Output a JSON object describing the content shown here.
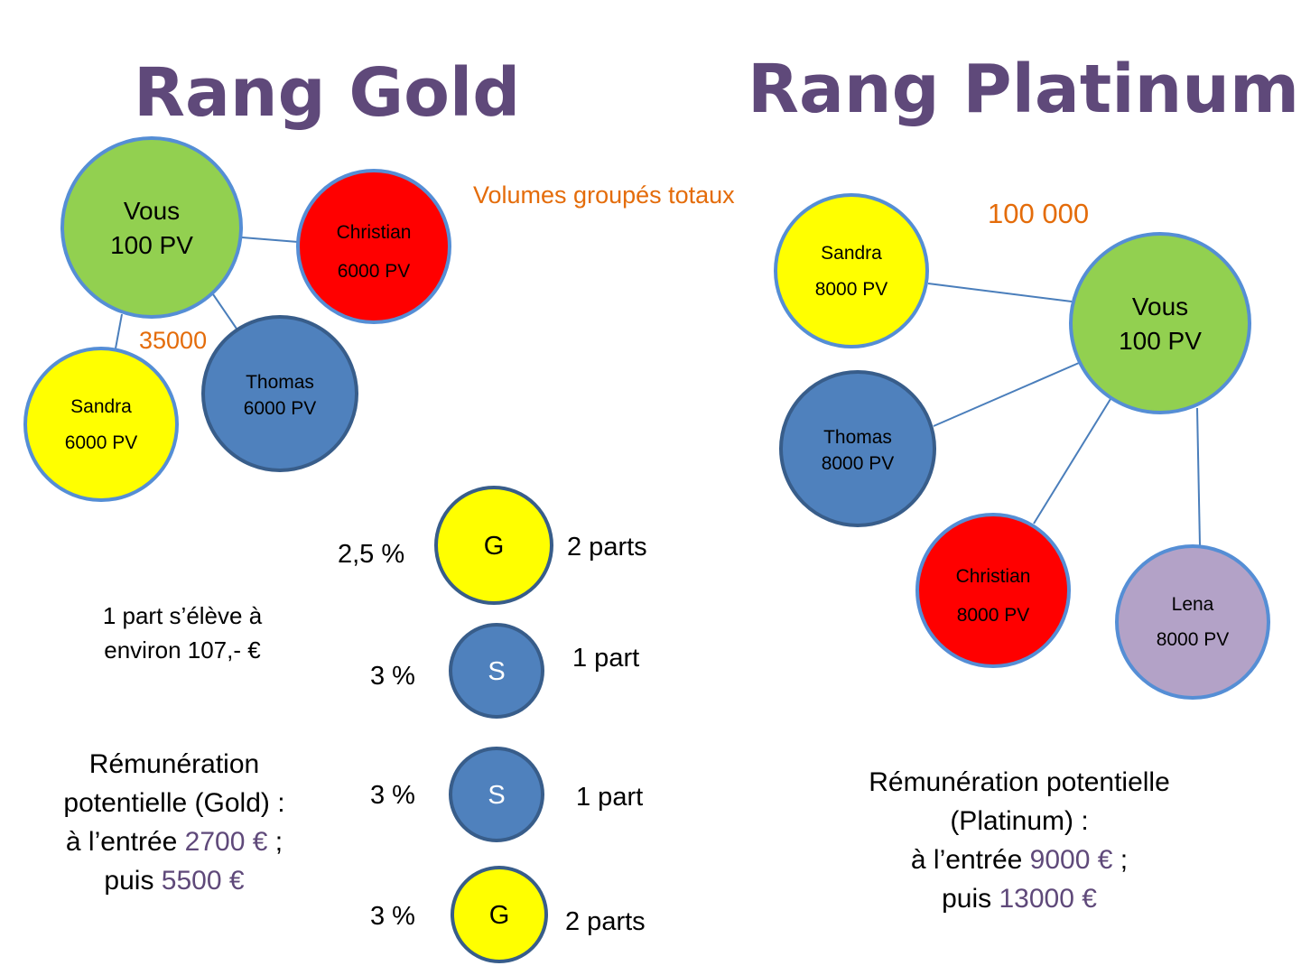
{
  "gold": {
    "title": "Rang Gold",
    "group_volume": "35000",
    "nodes": {
      "vous": {
        "name": "Vous",
        "pv": "100 PV"
      },
      "christian": {
        "name": "Christian",
        "pv": "6000  PV"
      },
      "thomas": {
        "name": "Thomas",
        "pv": "6000 PV"
      },
      "sandra": {
        "name": "Sandra",
        "pv": "6000  PV"
      }
    },
    "remuneration": {
      "line1": "Rémunération",
      "line2": "potentielle (Gold) :",
      "line3_prefix": "à l’entrée ",
      "entry_amount": "2700 €",
      "line3_suffix": " ;",
      "line4_prefix": "puis ",
      "then_amount": "5500 €"
    }
  },
  "platinum": {
    "title": "Rang Platinum",
    "group_volume": "100 000",
    "nodes": {
      "sandra": {
        "name": "Sandra",
        "pv": "8000  PV"
      },
      "vous": {
        "name": "Vous",
        "pv": "100 PV"
      },
      "thomas": {
        "name": "Thomas",
        "pv": "8000 PV"
      },
      "christian": {
        "name": "Christian",
        "pv": "8000  PV"
      },
      "lena": {
        "name": "Lena",
        "pv": "8000  PV"
      }
    },
    "remuneration": {
      "line1": "Rémunération potentielle",
      "line2": "(Platinum) :",
      "line3_prefix": "à l’entrée ",
      "entry_amount": "9000 €",
      "line3_suffix": " ;",
      "line4_prefix": "puis ",
      "then_amount": "13000 €"
    }
  },
  "volume_label": "Volumes groupés totaux",
  "part_value": {
    "line1": "1 part s’élève à",
    "line2": "environ 107,- €"
  },
  "levels": [
    {
      "percent": "2,5 %",
      "letter": "G",
      "parts": "2 parts",
      "color": "#ffff00"
    },
    {
      "percent": "3 %",
      "letter": "S",
      "parts": "1 part",
      "color": "#4f81bd"
    },
    {
      "percent": "3 %",
      "letter": "S",
      "parts": "1 part",
      "color": "#4f81bd"
    },
    {
      "percent": "3 %",
      "letter": "G",
      "parts": "2 parts",
      "color": "#ffff00"
    }
  ],
  "colors": {
    "title": "#5f497a",
    "accent": "#e46c0a",
    "vous": "#92d050",
    "christian": "#ff0000",
    "thomas": "#4f81bd",
    "sandra": "#ffff00",
    "lena": "#b3a2c7",
    "stroke": "#558ed5"
  }
}
